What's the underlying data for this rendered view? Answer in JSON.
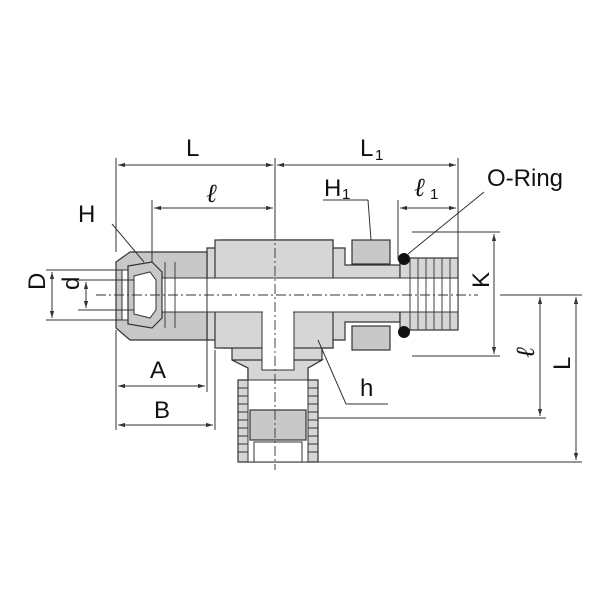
{
  "diagram": {
    "labels": {
      "L_top": "L",
      "L1": "L",
      "L1_sub": "1",
      "ell_left": "ℓ",
      "H1": "H",
      "H1_sub": "1",
      "ell1": "ℓ",
      "ell1_sub": "1",
      "oring": "O-Ring",
      "H": "H",
      "D": "D",
      "d": "d",
      "K": "K",
      "ell_right": "ℓ",
      "L_right": "L",
      "A": "A",
      "B": "B",
      "h": "h"
    }
  }
}
